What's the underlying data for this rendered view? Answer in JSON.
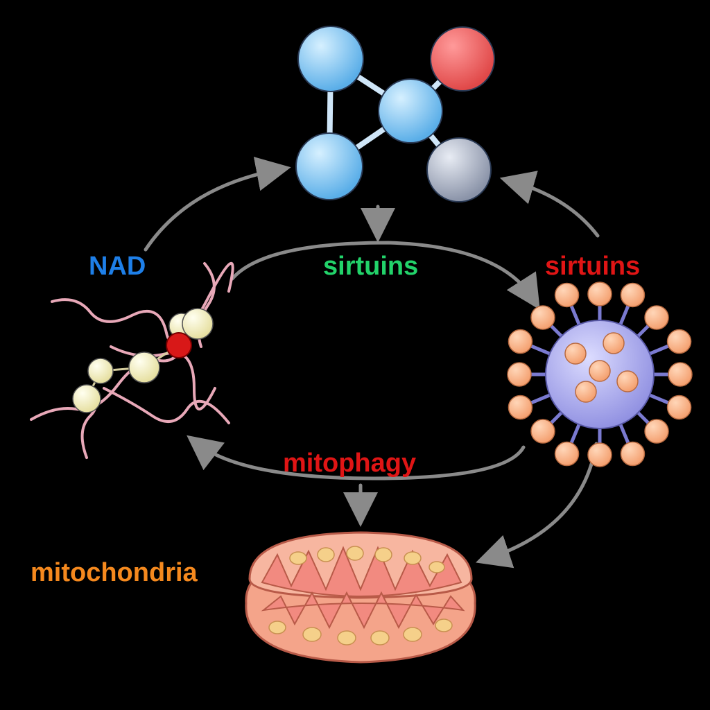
{
  "labels": {
    "nad": "NAD",
    "sirtuins_center": "sirtuins",
    "sirtuins_right": "sirtuins",
    "mitophagy": "mitophagy",
    "mitochondria": "mitochondria"
  },
  "colors": {
    "background": "#000000",
    "nad": "#1e7fe8",
    "sirtuins_center": "#22d36a",
    "sirtuins_right": "#e01515",
    "mitophagy": "#e01515",
    "mitochondria": "#f5891e",
    "arrow": "#8a8a8a"
  }
}
